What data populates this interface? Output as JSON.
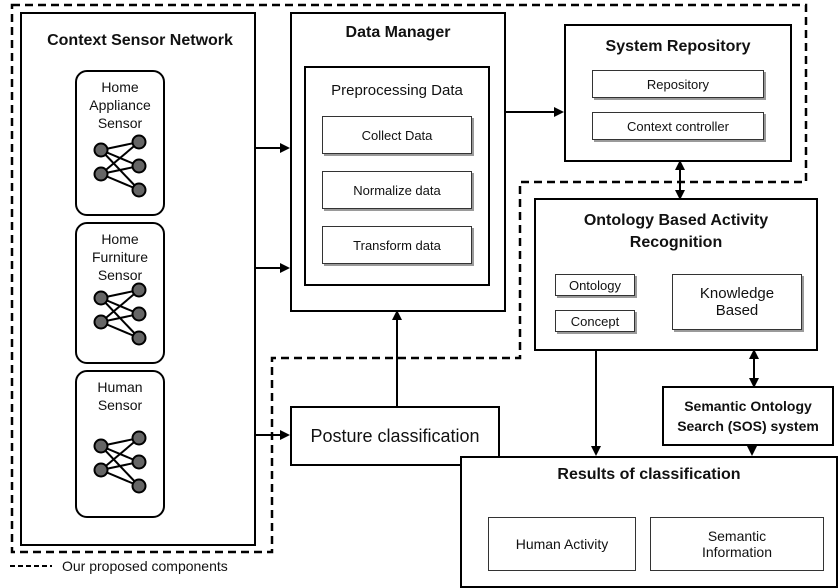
{
  "csn": {
    "title": "Context Sensor Network",
    "sensors": [
      {
        "label": "Home\nAppliance\nSensor"
      },
      {
        "label": "Home\nFurniture\nSensor"
      },
      {
        "label": "Human\nSensor"
      }
    ]
  },
  "dm": {
    "title": "Data Manager",
    "pre_title": "Preprocessing Data",
    "steps": [
      "Collect Data",
      "Normalize data",
      "Transform data"
    ]
  },
  "repo": {
    "title": "System Repository",
    "items": [
      "Repository",
      "Context controller"
    ]
  },
  "oar": {
    "title": "Ontology Based Activity\nRecognition",
    "ontology": "Ontology",
    "concept": "Concept",
    "knowledge": "Knowledge\nBased"
  },
  "sos": {
    "title": "Semantic Ontology\nSearch (SOS) system"
  },
  "posture": {
    "label": "Posture classification"
  },
  "results": {
    "title": "Results of classification",
    "items": [
      "Human Activity",
      "Semantic\nInformation"
    ]
  },
  "legend": {
    "label": "Our proposed components"
  }
}
